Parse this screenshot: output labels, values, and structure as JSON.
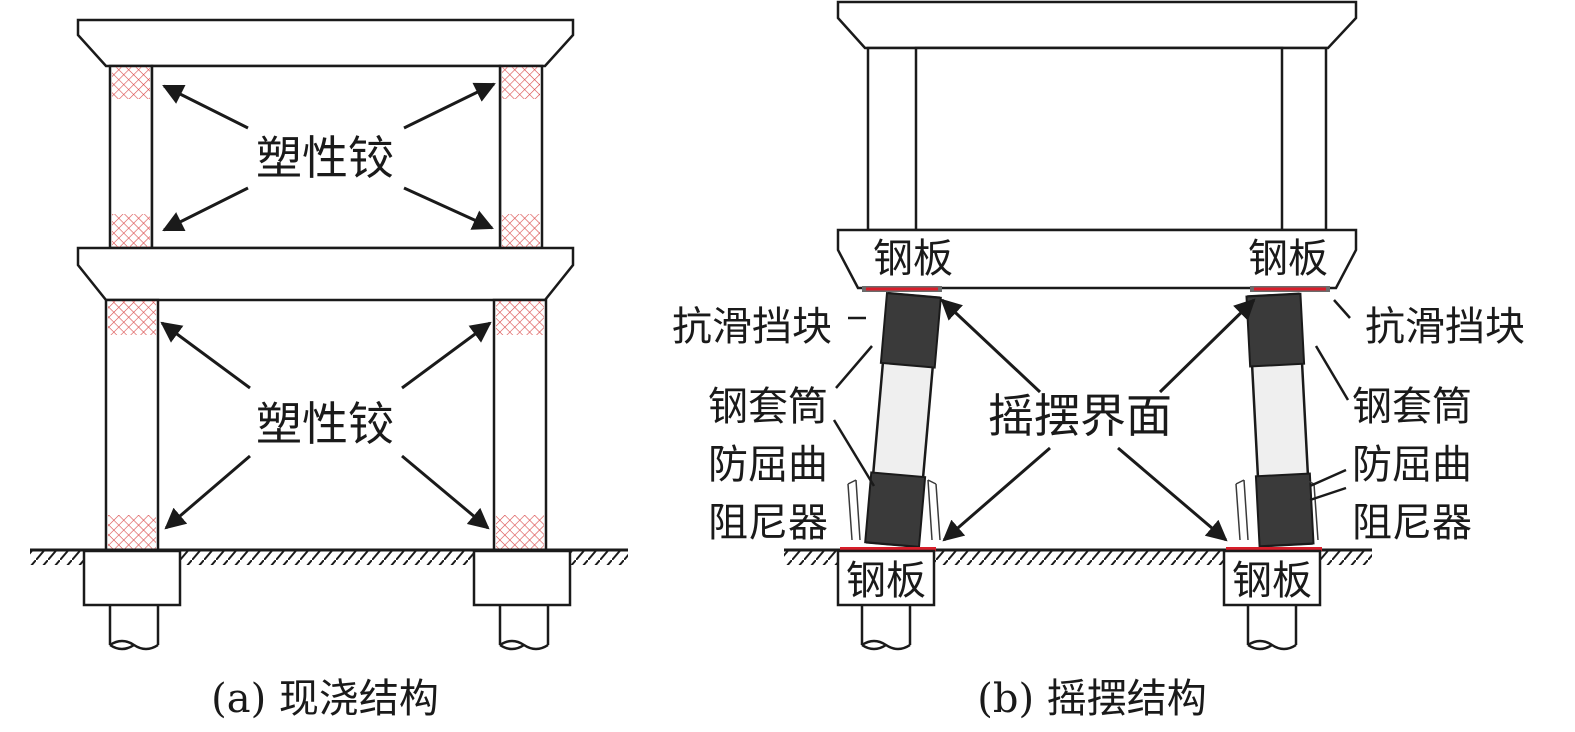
{
  "panel_a": {
    "plastic_hinge_upper": "塑性铰",
    "plastic_hinge_lower": "塑性铰",
    "caption": "(a) 现浇结构"
  },
  "panel_b": {
    "steel_plate_left_top": "钢板",
    "steel_plate_right_top": "钢板",
    "steel_plate_left_bottom": "钢板",
    "steel_plate_right_bottom": "钢板",
    "anti_slip_block_left": "抗滑挡块",
    "anti_slip_block_right": "抗滑挡块",
    "steel_sleeve_left": "钢套筒",
    "steel_sleeve_right": "钢套筒",
    "buckling_restrained_left": "防屈曲",
    "buckling_restrained_right": "防屈曲",
    "damper_left": "阻尼器",
    "damper_right": "阻尼器",
    "rocking_interface": "摇摆界面",
    "caption": "(b) 摇摆结构"
  },
  "colors": {
    "line": "#1a1a1a",
    "hinge_hatch": "#d94a4a",
    "steel_plate_red": "#d81e2a",
    "sleeve_fill": "#3a3a3a",
    "column_core": "#efefef"
  }
}
